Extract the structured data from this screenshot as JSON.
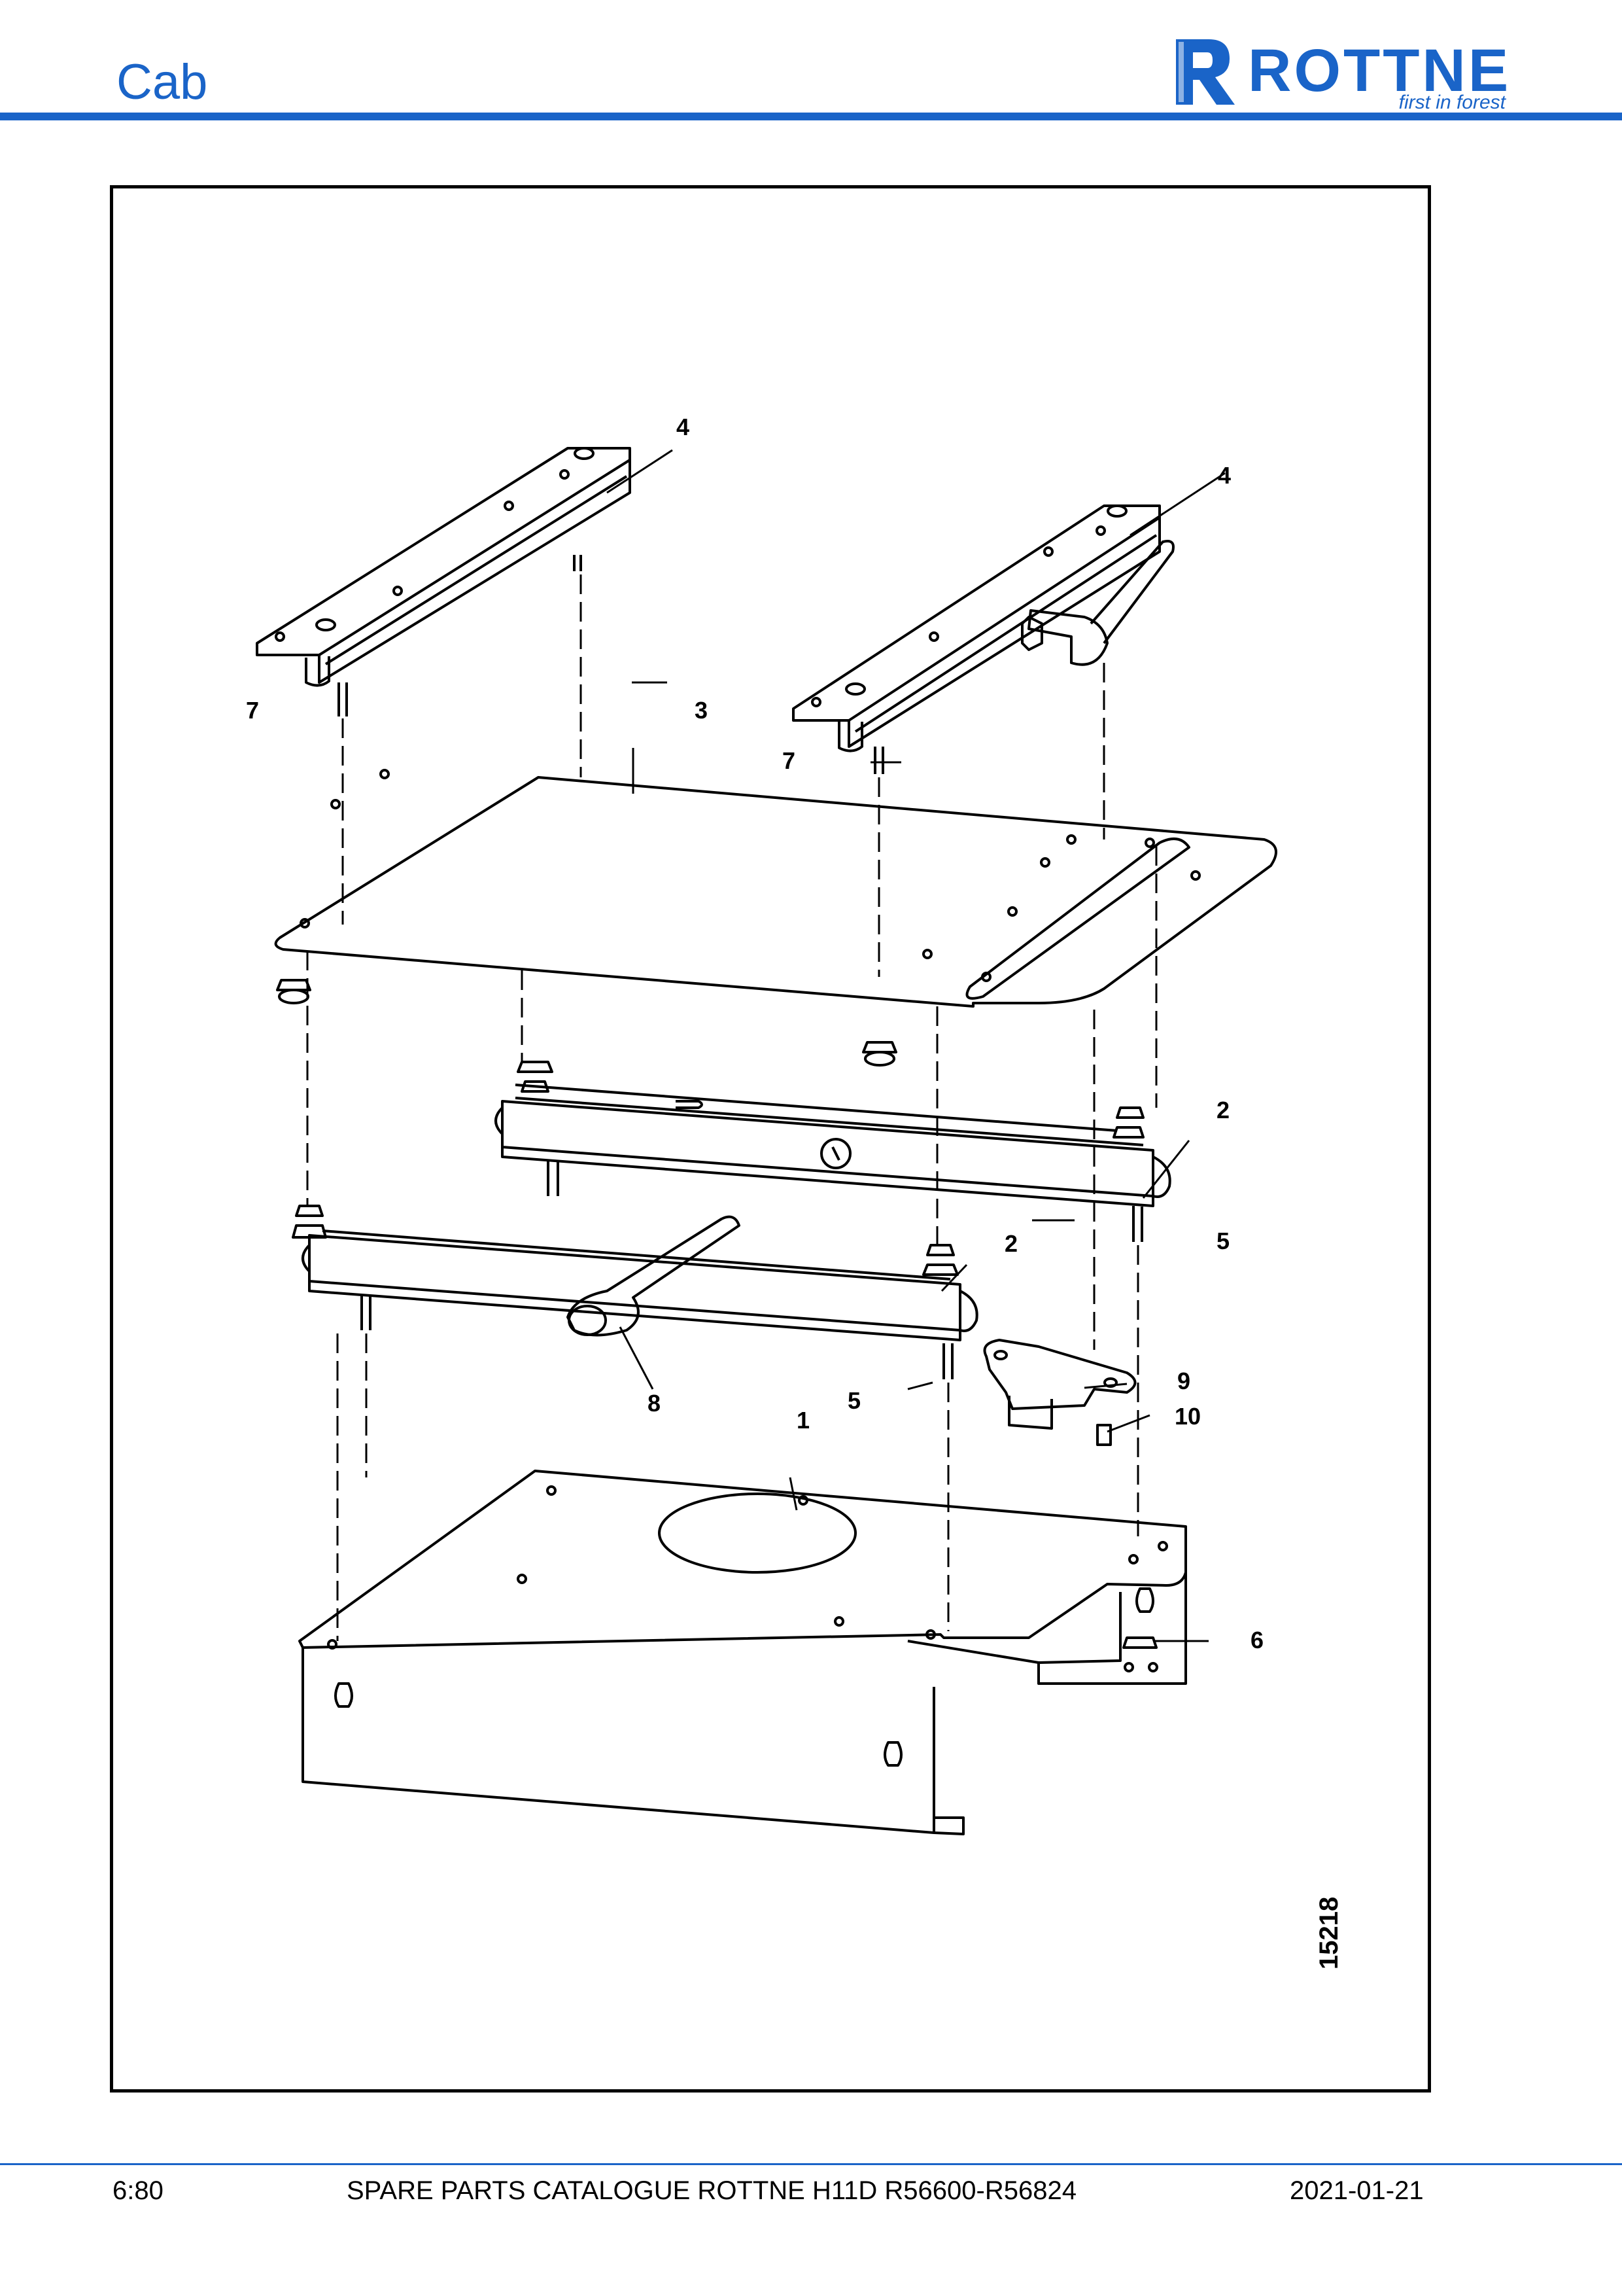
{
  "header": {
    "section_title": "Cab",
    "logo": {
      "name": "ROTTNE",
      "tagline": "first in forest",
      "color": "#1a64c8"
    }
  },
  "figure": {
    "number": "15218",
    "callouts": [
      "1",
      "2",
      "2",
      "3",
      "4",
      "4",
      "5",
      "5",
      "6",
      "7",
      "7",
      "8",
      "9",
      "10"
    ]
  },
  "footer": {
    "page": "6:80",
    "document": "SPARE PARTS CATALOGUE ROTTNE H11D R56600-R56824",
    "date": "2021-01-21"
  }
}
